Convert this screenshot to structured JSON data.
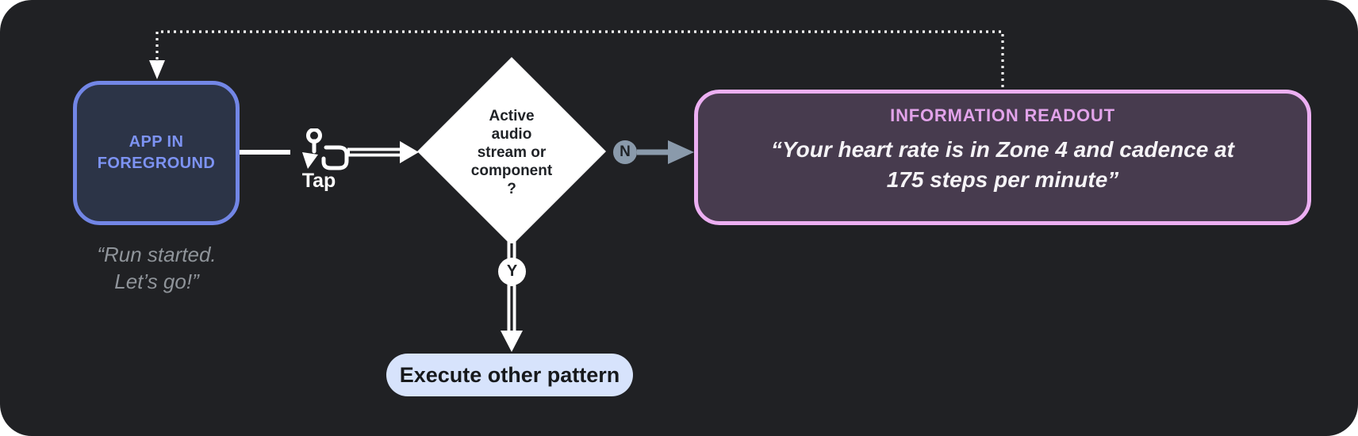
{
  "colors": {
    "page_bg": "#ffffff",
    "panel_bg": "#202124",
    "white": "#ffffff",
    "blue_border": "#7286e6",
    "blue_fill": "#2c3447",
    "blue_text": "#7d93f3",
    "muted_text": "#8f949a",
    "dark_text": "#1f2226",
    "slate": "#8a9aab",
    "pink_border": "#ecaff2",
    "plum_fill": "#473b4e",
    "pink_text": "#e2a3ea",
    "light_text": "#f5f3f6",
    "pill_bg": "#d7e3fc"
  },
  "app_node": {
    "label": "APP IN FOREGROUND",
    "caption_lines": [
      "“Run started.",
      "Let’s go!”"
    ]
  },
  "tap": {
    "label": "Tap"
  },
  "decision": {
    "lines": [
      "Active",
      "audio",
      "stream or",
      "component",
      "?"
    ]
  },
  "branches": {
    "no_label": "N",
    "yes_label": "Y"
  },
  "readout_node": {
    "title": "INFORMATION READOUT",
    "quote_lines": [
      "“Your heart rate is in Zone 4 and cadence at",
      "175 steps per minute”"
    ]
  },
  "action_node": {
    "label": "Execute other pattern"
  }
}
